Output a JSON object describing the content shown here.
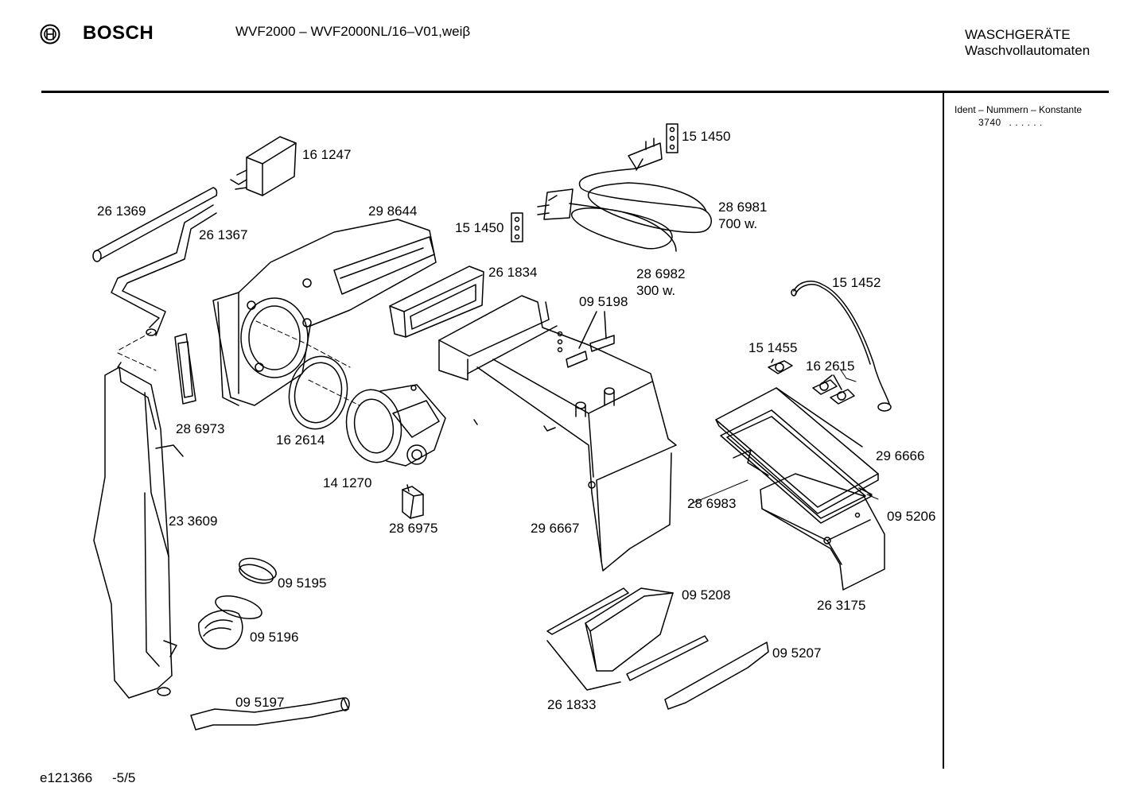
{
  "header": {
    "brand": "BOSCH",
    "model": "WVF2000 – WVF2000NL/16–V01,weiβ",
    "category_line1": "WASCHGERÄTE",
    "category_line2": "Waschvollautomaten"
  },
  "ident_panel": {
    "title": "Ident – Nummern – Konstante",
    "code": "3740",
    "dots": ". . . . . ."
  },
  "footer": {
    "drawing_id": "e121366",
    "page": "-5/5"
  },
  "part_labels": {
    "p161247": "16 1247",
    "p261369": "26 1369",
    "p261367": "26 1367",
    "p298644": "29 8644",
    "p151450_top": "15 1450",
    "p151450_mid": "15 1450",
    "p286981": "28 6981",
    "p286981_watt": "700 w.",
    "p261834": "26 1834",
    "p286982": "28 6982",
    "p286982_watt": "300 w.",
    "p151452": "15 1452",
    "p095198": "09 5198",
    "p151455": "15 1455",
    "p162615": "16 2615",
    "p286973": "28 6973",
    "p162614": "16 2614",
    "p141270": "14 1270",
    "p296666": "29 6666",
    "p286983": "28 6983",
    "p095206": "09 5206",
    "p233609": "23 3609",
    "p286975": "28 6975",
    "p296667": "29 6667",
    "p263175": "26 3175",
    "p095195": "09 5195",
    "p095208": "09 5208",
    "p095196": "09 5196",
    "p095207": "09 5207",
    "p095197": "09 5197",
    "p261833": "26 1833"
  }
}
